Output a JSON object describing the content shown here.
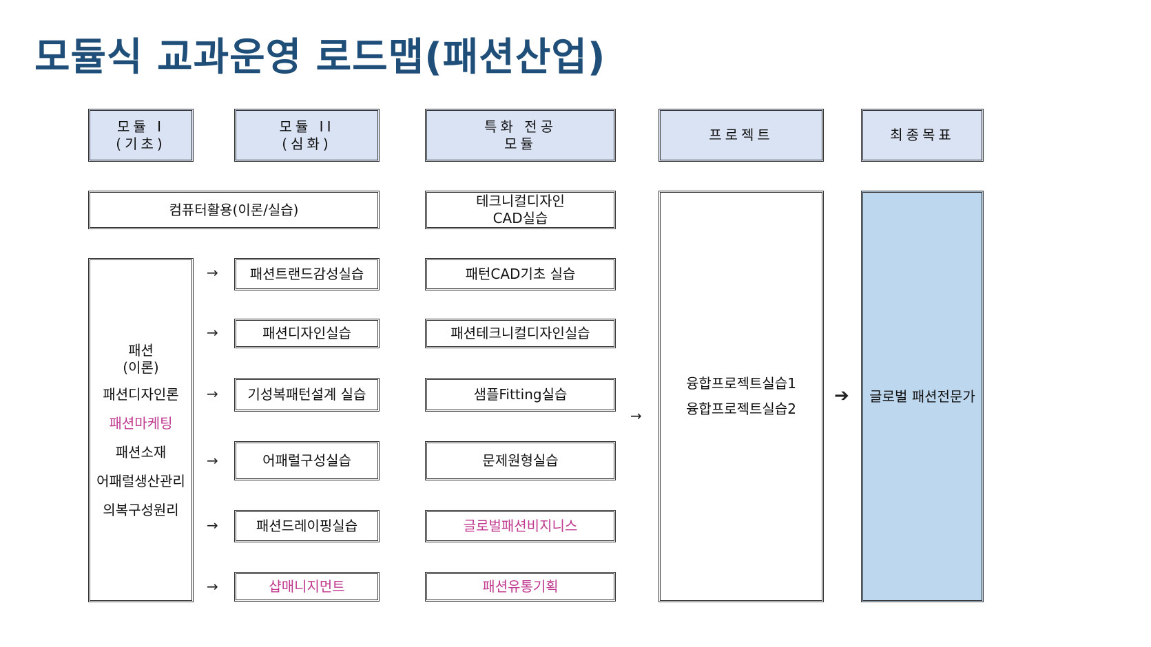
{
  "title": "모듈식 교과운영 로드맵(패션산업)",
  "headers": {
    "module1": [
      "모듈 I",
      "(기초)"
    ],
    "module2": [
      "모듈 II",
      "(심화)"
    ],
    "special": [
      "특화 전공",
      "모듈"
    ],
    "project": "프로젝트",
    "goal": "최종목표"
  },
  "common": "컴퓨터활용(이론/실습)",
  "special_top": [
    "테크니컬디자인",
    "CAD실습"
  ],
  "module1_list": {
    "heading": [
      "패션",
      "(이론)"
    ],
    "items": [
      "패션디자인론",
      "패션마케팅",
      "패션소재",
      "어패럴생산관리",
      "의복구성원리"
    ]
  },
  "module2_items": [
    "패션트랜드감성실습",
    "패션디자인실습",
    "기성복패턴설계 실습",
    "어패럴구성실습",
    "패션드레이핑실습",
    "샵매니지먼트"
  ],
  "special_items": [
    "패턴CAD기초 실습",
    "패션테크니컬디자인실습",
    "샘플Fitting실습",
    "문제원형실습",
    "글로벌패션비지니스",
    "패션유통기획"
  ],
  "project_items": [
    "융합프로젝트실습1",
    "융합프로젝트실습2"
  ],
  "goal_text": "글로벌 패션전문가",
  "arrows": {
    "small": "→",
    "big": "➔"
  },
  "colors": {
    "title": "#1f4e79",
    "header_fill": "#dae3f3",
    "goal_fill": "#bdd7ee",
    "highlight": "#c0398f"
  }
}
